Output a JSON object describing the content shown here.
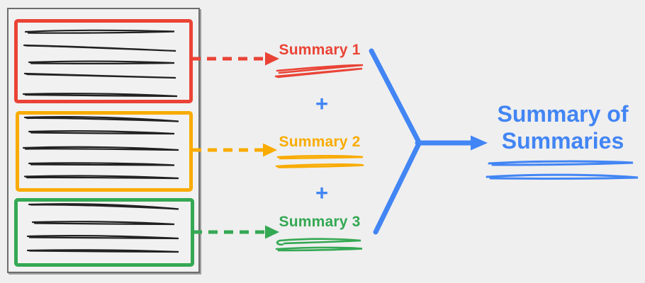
{
  "colors": {
    "red": "#EA4335",
    "orange": "#F9AB00",
    "green": "#34A853",
    "blue": "#4285F4",
    "ink": "#212121",
    "frame": "#6d6d6d",
    "background": "#EFEFEF"
  },
  "document": {
    "chunks": [
      {
        "name": "chunk-1",
        "color": "red",
        "text_lines": 5
      },
      {
        "name": "chunk-2",
        "color": "orange",
        "text_lines": 5
      },
      {
        "name": "chunk-3",
        "color": "green",
        "text_lines": 4
      }
    ]
  },
  "summaries": [
    {
      "label": "Summary 1",
      "color": "red"
    },
    {
      "label": "Summary 2",
      "color": "orange"
    },
    {
      "label": "Summary 3",
      "color": "green"
    }
  ],
  "operator": {
    "plus": "+"
  },
  "final": {
    "title": "Summary of Summaries"
  }
}
